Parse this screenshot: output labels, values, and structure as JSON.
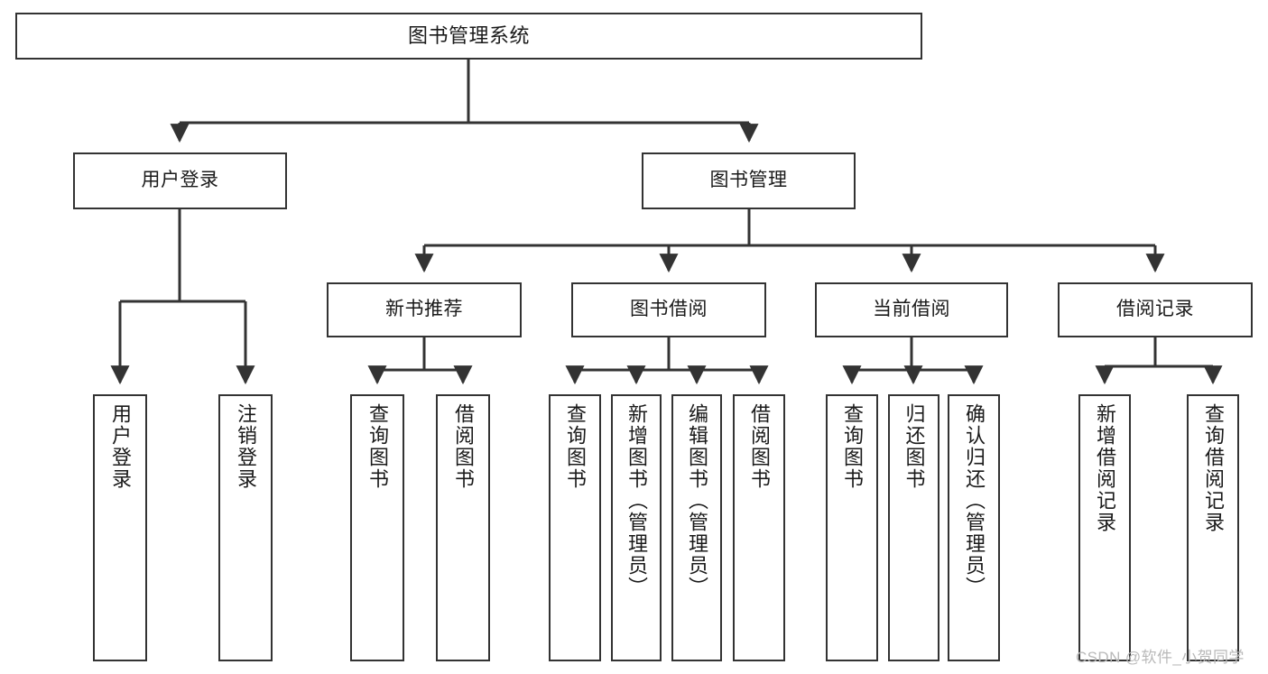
{
  "diagram": {
    "title": "图书管理系统",
    "watermark": "CSDN @软件_小贺同学",
    "colors": {
      "box_border": "#333333",
      "box_fill": "#ffffff",
      "edge": "#333333",
      "text": "#1a1a1a",
      "watermark": "#b9b9b9"
    },
    "levels": {
      "root": {
        "label": "图书管理系统"
      },
      "level2": [
        {
          "label": "用户登录"
        },
        {
          "label": "图书管理"
        }
      ],
      "level3": [
        {
          "label": "新书推荐"
        },
        {
          "label": "图书借阅"
        },
        {
          "label": "当前借阅"
        },
        {
          "label": "借阅记录"
        }
      ],
      "leaves": {
        "user_login": [
          {
            "label": "用户登录"
          },
          {
            "label": "注销登录"
          }
        ],
        "new_book_recommend": [
          {
            "label": "查询图书"
          },
          {
            "label": "借阅图书"
          }
        ],
        "book_borrow": [
          {
            "label": "查询图书"
          },
          {
            "label": "新增图书（管理员）"
          },
          {
            "label": "编辑图书（管理员）"
          },
          {
            "label": "借阅图书"
          }
        ],
        "current_borrow": [
          {
            "label": "查询图书"
          },
          {
            "label": "归还图书"
          },
          {
            "label": "确认归还（管理员）"
          }
        ],
        "borrow_records": [
          {
            "label": "新增借阅记录"
          },
          {
            "label": "查询借阅记录"
          }
        ]
      }
    }
  }
}
